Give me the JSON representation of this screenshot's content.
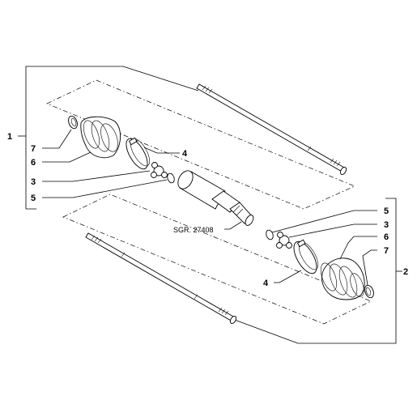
{
  "callouts": {
    "group_1": "1",
    "group_2": "2",
    "left_7": "7",
    "left_6": "6",
    "left_4": "4",
    "left_3": "3",
    "left_5": "5",
    "right_5": "5",
    "right_3": "3",
    "right_6": "6",
    "right_7": "7",
    "right_4": "4"
  },
  "reference_label": "SGR. 27408"
}
